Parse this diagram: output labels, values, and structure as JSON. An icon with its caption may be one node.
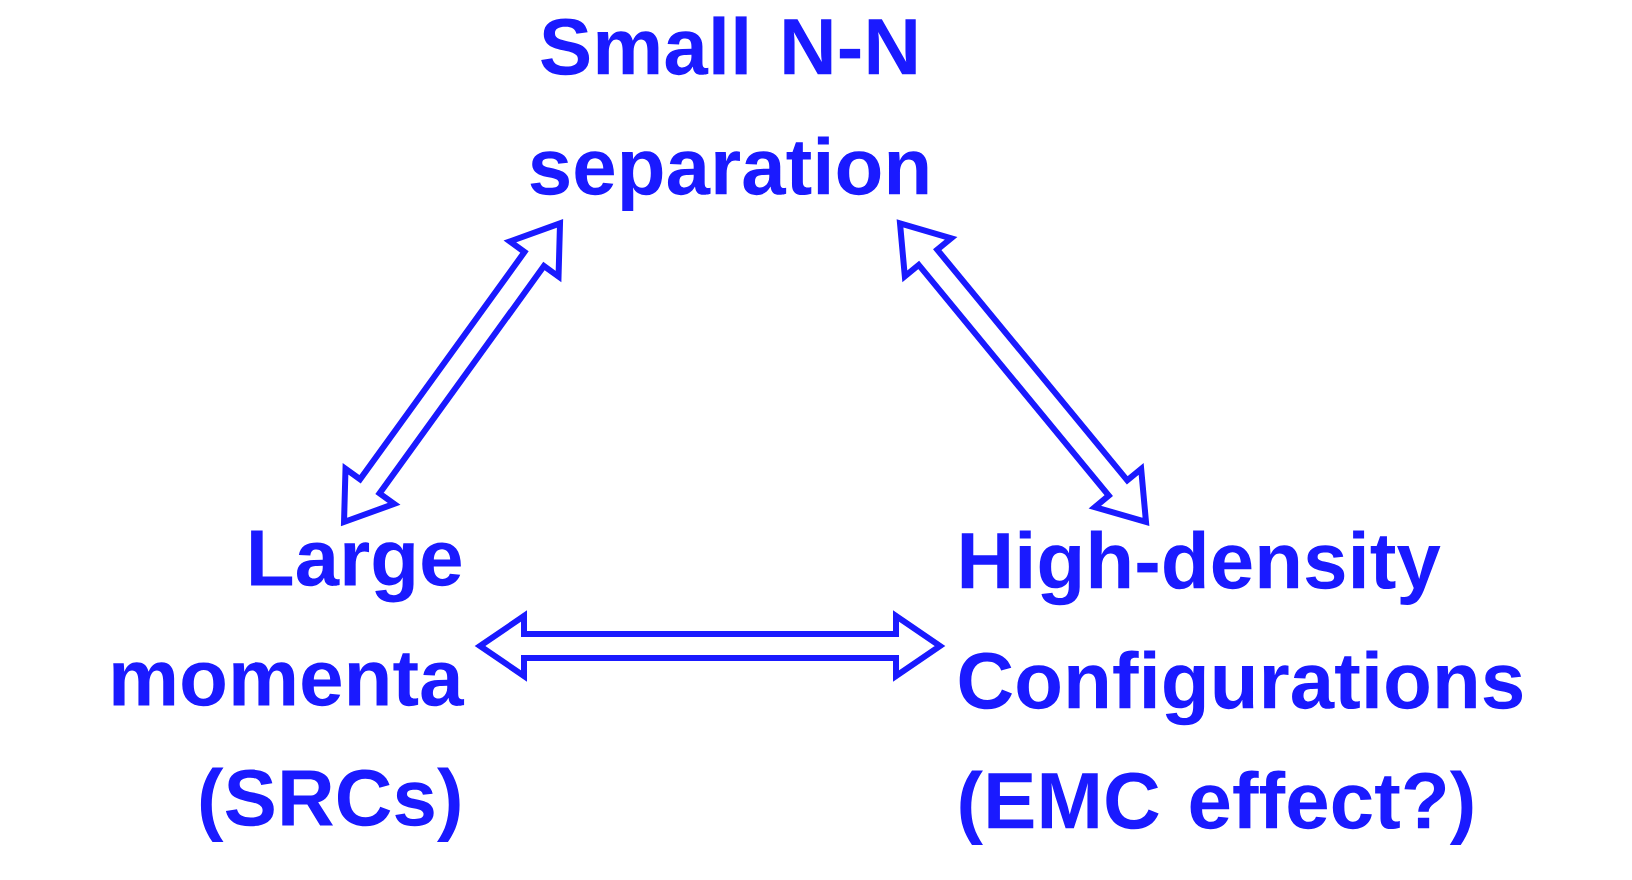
{
  "diagram": {
    "nodes": [
      {
        "text": [
          "Small N-N separation"
        ]
      },
      {
        "text": [
          "Large momenta (SRCs)"
        ]
      },
      {
        "text": [
          "High-density Configurations (EMC effect?)"
        ]
      }
    ],
    "edges": [
      {
        "from": 0,
        "to": 1,
        "arrow": "both"
      },
      {
        "from": 0,
        "to": 2,
        "arrow": "both"
      },
      {
        "from": 1,
        "to": 2,
        "arrow": "both"
      }
    ]
  }
}
